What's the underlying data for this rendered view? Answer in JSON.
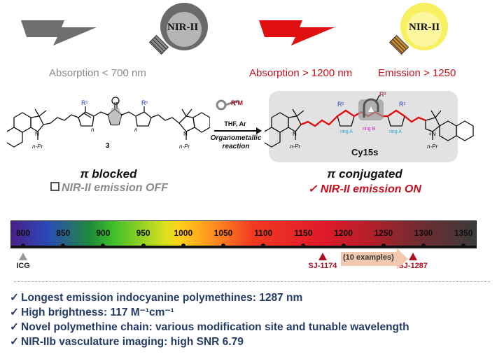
{
  "top": {
    "bulb_left_label": "NIR-II",
    "bulb_right_label": "NIR-II",
    "absorption_left": "Absorption < 700 nm",
    "absorption_right": "Absorption > 1200 nm",
    "emission_right": "Emission > 1250"
  },
  "reaction": {
    "compound_number": "3",
    "reagent": "R²M",
    "conditions": "THF, Ar",
    "reaction_type_line1": "Organometallic",
    "reaction_type_line2": "reaction",
    "product_name": "Cy15s",
    "substituent_r1": "R¹",
    "substituent_r2": "R²",
    "n_label": "n",
    "npr_label": "n-Pr",
    "ring_a": "ring A",
    "ring_b": "ring B"
  },
  "states": {
    "left_title": "π blocked",
    "left_sub": "NIR-II emission OFF",
    "right_title": "π conjugated",
    "right_sub": "NIR-II emission ON"
  },
  "spectrum": {
    "ticks": [
      "800",
      "850",
      "900",
      "950",
      "1000",
      "1050",
      "1100",
      "1150",
      "1200",
      "1250",
      "1300",
      "1350"
    ],
    "markers": [
      {
        "label": "ICG",
        "wavelength": 800,
        "color": "#9a9a9a"
      },
      {
        "label": "SJ-1174",
        "wavelength": 1174,
        "color": "#b01020"
      },
      {
        "label": "SJ-1287",
        "wavelength": 1287,
        "color": "#b01020"
      }
    ],
    "examples_label": "(10 examples)"
  },
  "colors": {
    "red": "#c8101e",
    "gray": "#8a8a8a",
    "navy": "#243a68",
    "bulb_yellow": "#f7f060"
  },
  "bullets": [
    "Longest emission indocyanine polymethines: 1287 nm",
    "High brightness: 117 M⁻¹cm⁻¹",
    "Novel polymethine chain: various modification site and tunable wavelength",
    "NIR-IIb vasculature imaging: high SNR 6.79"
  ]
}
